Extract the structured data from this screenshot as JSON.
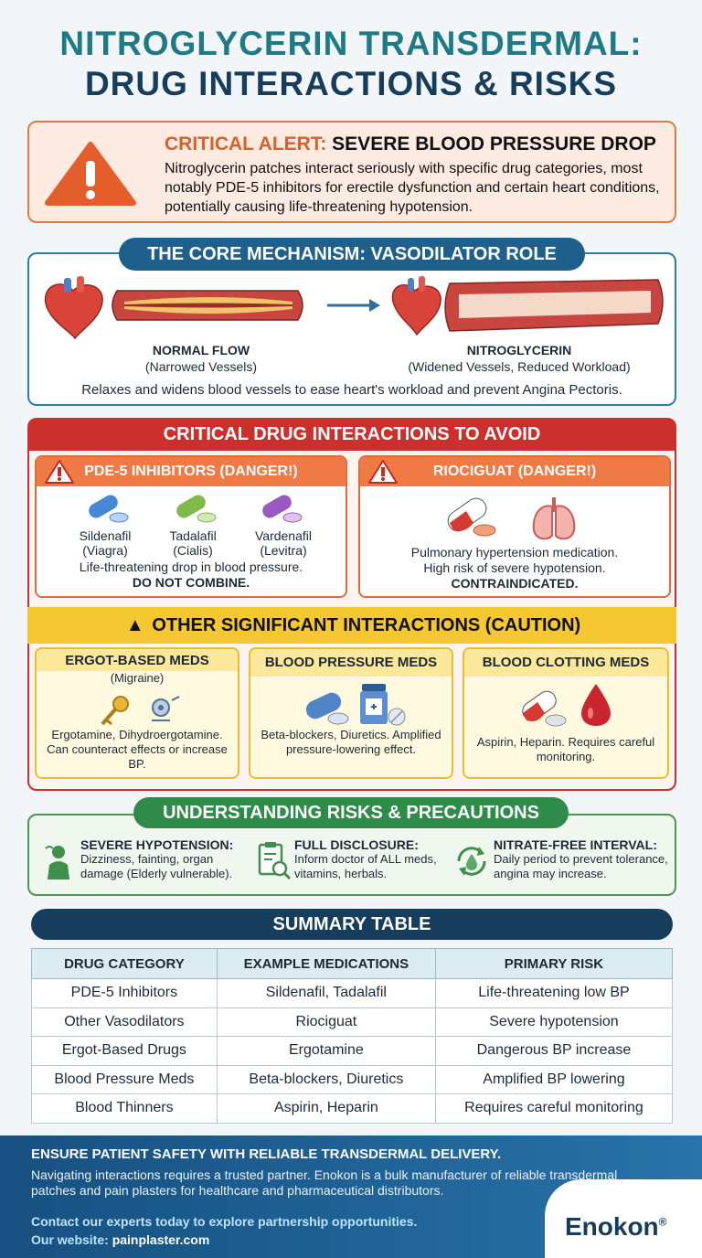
{
  "title": {
    "line1": "NITROGLYCERIN TRANSDERMAL:",
    "line2": "DRUG INTERACTIONS & RISKS"
  },
  "alert": {
    "title_a": "CRITICAL ALERT:",
    "title_b": "SEVERE BLOOD PRESSURE DROP",
    "body": "Nitroglycerin patches interact seriously with specific drug categories, most notably PDE-5 inhibitors for erectile dysfunction and certain heart conditions, potentially causing life-threatening hypotension."
  },
  "mechanism": {
    "heading": "THE CORE MECHANISM: VASODILATOR ROLE",
    "left_title": "NORMAL FLOW",
    "left_sub": "(Narrowed Vessels)",
    "right_title": "NITROGLYCERIN",
    "right_sub": "(Widened Vessels, Reduced Workload)",
    "description": "Relaxes and widens blood vessels to ease heart's workload and prevent Angina Pectoris."
  },
  "critical": {
    "heading": "CRITICAL DRUG INTERACTIONS TO AVOID",
    "pde5": {
      "heading": "PDE-5 INHIBITORS (DANGER!)",
      "drugs": [
        {
          "name": "Sildenafil",
          "brand": "(Viagra)"
        },
        {
          "name": "Tadalafil",
          "brand": "(Cialis)"
        },
        {
          "name": "Vardenafil",
          "brand": "(Levitra)"
        }
      ],
      "note": "Life-threatening drop in blood pressure.",
      "warning": "DO NOT COMBINE."
    },
    "riociguat": {
      "heading": "RIOCIGUAT (DANGER!)",
      "note1": "Pulmonary hypertension medication.",
      "note2": "High risk of severe hypotension.",
      "warning": "CONTRAINDICATED."
    }
  },
  "caution": {
    "heading": "OTHER SIGNIFICANT INTERACTIONS (CAUTION)",
    "boxes": [
      {
        "title": "ERGOT-BASED MEDS",
        "subtitle": "(Migraine)",
        "text": "Ergotamine, Dihydroergotamine. Can counteract effects or increase BP."
      },
      {
        "title": "BLOOD PRESSURE MEDS",
        "text": "Beta-blockers, Diuretics. Amplified pressure-lowering effect."
      },
      {
        "title": "BLOOD CLOTTING MEDS",
        "text": "Aspirin, Heparin. Requires careful monitoring."
      }
    ]
  },
  "risks": {
    "heading": "UNDERSTANDING RISKS & PRECAUTIONS",
    "items": [
      {
        "title": "SEVERE HYPOTENSION:",
        "text": "Dizziness, fainting, organ damage (Elderly vulnerable)."
      },
      {
        "title": "FULL DISCLOSURE:",
        "text": "Inform doctor of ALL meds, vitamins, herbals."
      },
      {
        "title": "NITRATE-FREE INTERVAL:",
        "text": "Daily period to prevent tolerance, angina may increase."
      }
    ]
  },
  "summary": {
    "heading": "SUMMARY TABLE",
    "columns": [
      "DRUG CATEGORY",
      "EXAMPLE MEDICATIONS",
      "PRIMARY RISK"
    ],
    "rows": [
      [
        "PDE-5 Inhibitors",
        "Sildenafil, Tadalafil",
        "Life-threatening low BP"
      ],
      [
        "Other Vasodilators",
        "Riociguat",
        "Severe hypotension"
      ],
      [
        "Ergot-Based Drugs",
        "Ergotamine",
        "Dangerous BP increase"
      ],
      [
        "Blood Pressure Meds",
        "Beta-blockers, Diuretics",
        "Amplified BP lowering"
      ],
      [
        "Blood Thinners",
        "Aspirin, Heparin",
        "Requires careful monitoring"
      ]
    ]
  },
  "footer": {
    "title": "ENSURE PATIENT SAFETY WITH RELIABLE TRANSDERMAL DELIVERY.",
    "body": "Navigating interactions requires a trusted partner. Enokon is a bulk manufacturer of reliable transdermal patches and pain plasters for healthcare and pharmaceutical distributors.",
    "contact": "Contact our experts today to explore partnership opportunities.",
    "website_label": "Our website:",
    "website": "painplaster.com",
    "logo": "Enokon",
    "logo_mark": "®"
  },
  "colors": {
    "teal": "#1f7a86",
    "navy": "#173d5c",
    "danger_red": "#cc302d",
    "danger_orange": "#ef7a45",
    "caution_yellow": "#f4c733",
    "safe_green": "#2e8b4a"
  }
}
